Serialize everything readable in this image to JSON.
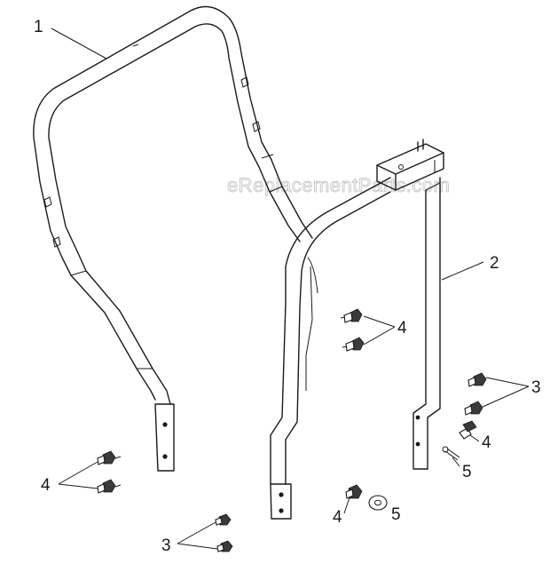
{
  "watermark": "eReplacementParts.com",
  "callouts": {
    "c1": "1",
    "c2": "2",
    "c3_right": "3",
    "c3_bottom": "3",
    "c4_mid": "4",
    "c4_right": "4",
    "c4_left": "4",
    "c4_bottom": "4",
    "c5_right": "5",
    "c5_bottom": "5"
  }
}
